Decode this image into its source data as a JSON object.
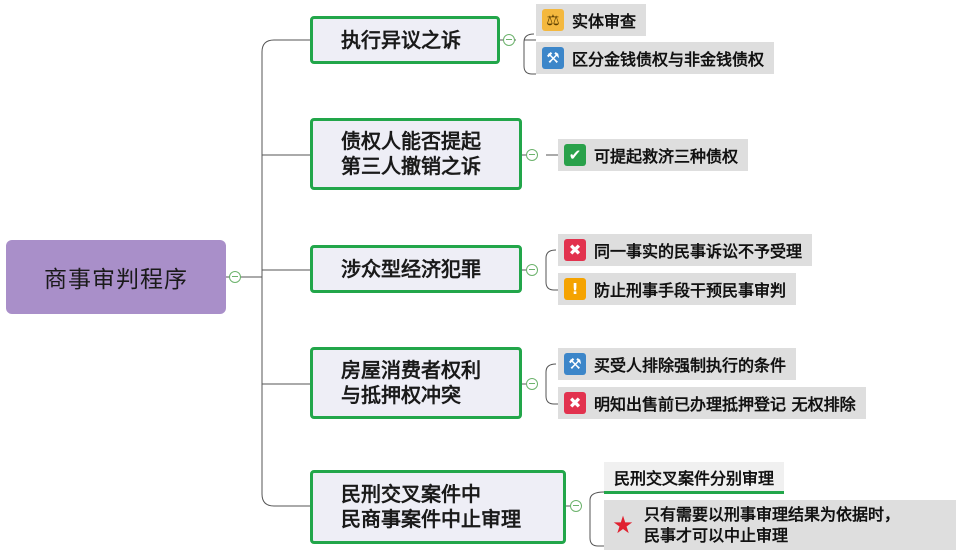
{
  "root": {
    "label": "商事审判程序"
  },
  "branches": [
    {
      "label": "执行异议之诉",
      "leaves": [
        {
          "icon": "scale-icon",
          "label": "实体审查"
        },
        {
          "icon": "gavel-icon",
          "label": "区分金钱债权与非金钱债权"
        }
      ]
    },
    {
      "label": "债权人能否提起\n第三人撤销之诉",
      "leaves": [
        {
          "icon": "check-icon",
          "label": "可提起救济三种债权"
        }
      ]
    },
    {
      "label": "涉众型经济犯罪",
      "leaves": [
        {
          "icon": "cross-icon",
          "label": "同一事实的民事诉讼不予受理"
        },
        {
          "icon": "warning-icon",
          "label": "防止刑事手段干预民事审判"
        }
      ]
    },
    {
      "label": "房屋消费者权利\n与抵押权冲突",
      "leaves": [
        {
          "icon": "gavel-icon",
          "label": "买受人排除强制执行的条件"
        },
        {
          "icon": "cross-icon",
          "label": "明知出售前已办理抵押登记  无权排除"
        }
      ]
    },
    {
      "label": "民刑交叉案件中\n民商事案件中止审理",
      "leaves": [
        {
          "icon": "",
          "label": "民刑交叉案件分别审理"
        },
        {
          "icon": "star-icon",
          "label": "只有需要以刑事审理结果为依据时，\n民事才可以中止审理"
        }
      ]
    }
  ]
}
